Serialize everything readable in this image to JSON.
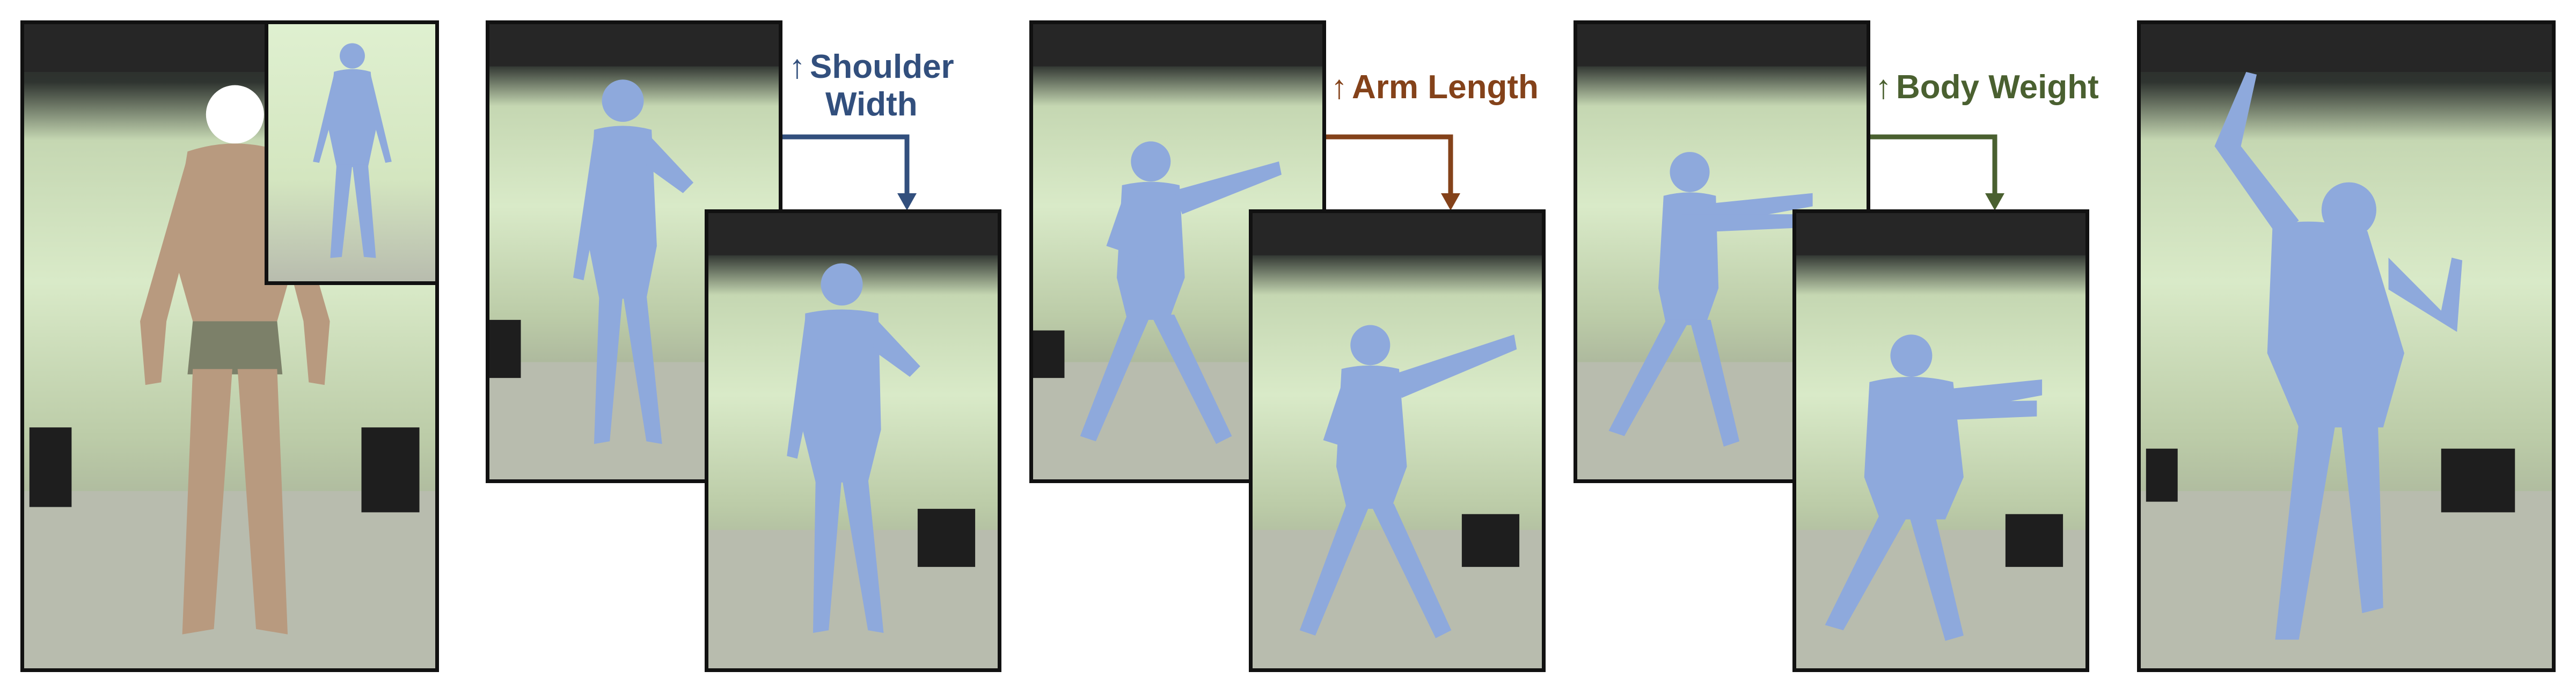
{
  "annotations": [
    {
      "arrow": "↑",
      "line1": "Shoulder",
      "line2": "Width",
      "color": "#324f7d"
    },
    {
      "arrow": "↑",
      "line1": "Arm Length",
      "line2": "",
      "color": "#84421a"
    },
    {
      "arrow": "↑",
      "line1": "Body Weight",
      "line2": "",
      "color": "#4a6030"
    }
  ],
  "colors": {
    "mesh": "#8ea9dc",
    "mesh_shade": "#6f8ec8",
    "frame": "#111111",
    "studio_green": "#d9eac8"
  },
  "icons": [
    "studio-background",
    "human-photo",
    "body-mesh"
  ]
}
